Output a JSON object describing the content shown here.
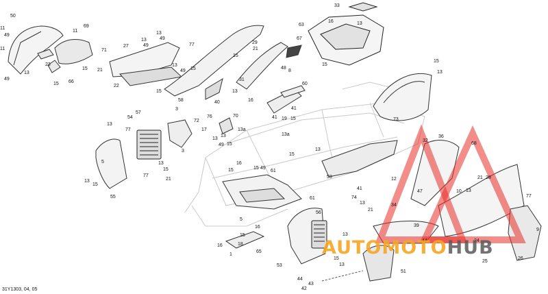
{
  "diagram": {
    "part_labels": [
      {
        "id": "p50",
        "text": "50"
      },
      {
        "id": "p11a",
        "text": "11"
      },
      {
        "id": "p49a",
        "text": "49"
      },
      {
        "id": "p11b",
        "text": "11"
      },
      {
        "id": "p13a",
        "text": "13"
      },
      {
        "id": "p23",
        "text": "23"
      },
      {
        "id": "p49b",
        "text": "49"
      },
      {
        "id": "p15a",
        "text": "15"
      },
      {
        "id": "p69",
        "text": "69"
      },
      {
        "id": "p11c",
        "text": "11"
      },
      {
        "id": "p71",
        "text": "71"
      },
      {
        "id": "p15b",
        "text": "15"
      },
      {
        "id": "p21a",
        "text": "21"
      },
      {
        "id": "p66",
        "text": "66"
      },
      {
        "id": "p27",
        "text": "27"
      },
      {
        "id": "p13b",
        "text": "13"
      },
      {
        "id": "p49c",
        "text": "49"
      },
      {
        "id": "p13c",
        "text": "13"
      },
      {
        "id": "p49d",
        "text": "49"
      },
      {
        "id": "p77a",
        "text": "77"
      },
      {
        "id": "p22",
        "text": "22"
      },
      {
        "id": "p13d",
        "text": "13"
      },
      {
        "id": "p49e",
        "text": "49"
      },
      {
        "id": "p15c",
        "text": "15"
      },
      {
        "id": "p15d",
        "text": "15"
      },
      {
        "id": "p58",
        "text": "58"
      },
      {
        "id": "p40",
        "text": "40"
      },
      {
        "id": "p29",
        "text": "29"
      },
      {
        "id": "p21b",
        "text": "21"
      },
      {
        "id": "p15e",
        "text": "15"
      },
      {
        "id": "p13e",
        "text": "13"
      },
      {
        "id": "p31",
        "text": "31"
      },
      {
        "id": "p48",
        "text": "48"
      },
      {
        "id": "p8",
        "text": "8"
      },
      {
        "id": "p63",
        "text": "63"
      },
      {
        "id": "p33",
        "text": "33"
      },
      {
        "id": "p16a",
        "text": "16"
      },
      {
        "id": "p13f",
        "text": "13"
      },
      {
        "id": "p67",
        "text": "67"
      },
      {
        "id": "p15f",
        "text": "15"
      },
      {
        "id": "p15g",
        "text": "15"
      },
      {
        "id": "p13g",
        "text": "13"
      },
      {
        "id": "p60",
        "text": "60"
      },
      {
        "id": "p16b",
        "text": "16"
      },
      {
        "id": "p41a",
        "text": "41"
      },
      {
        "id": "p41b",
        "text": "41"
      },
      {
        "id": "p19",
        "text": "19"
      },
      {
        "id": "p15h",
        "text": "15"
      },
      {
        "id": "p73",
        "text": "73"
      },
      {
        "id": "p13h",
        "text": "13"
      },
      {
        "id": "p77b",
        "text": "77"
      },
      {
        "id": "p57",
        "text": "57"
      },
      {
        "id": "p54",
        "text": "54"
      },
      {
        "id": "p3a",
        "text": "3"
      },
      {
        "id": "p72",
        "text": "72"
      },
      {
        "id": "p17",
        "text": "17"
      },
      {
        "id": "p76",
        "text": "76"
      },
      {
        "id": "p70",
        "text": "70"
      },
      {
        "id": "p13i",
        "text": "13"
      },
      {
        "id": "p13j",
        "text": "13"
      },
      {
        "id": "p49f",
        "text": "49"
      },
      {
        "id": "p15i",
        "text": "15"
      },
      {
        "id": "p13a2",
        "text": "13a"
      },
      {
        "id": "p13a3",
        "text": "13a"
      },
      {
        "id": "p5a",
        "text": "5"
      },
      {
        "id": "p3b",
        "text": "3"
      },
      {
        "id": "p77c",
        "text": "77"
      },
      {
        "id": "p13k",
        "text": "13"
      },
      {
        "id": "p15j",
        "text": "15"
      },
      {
        "id": "p13l",
        "text": "13"
      },
      {
        "id": "p15k",
        "text": "15"
      },
      {
        "id": "p21c",
        "text": "21"
      },
      {
        "id": "p55",
        "text": "55"
      },
      {
        "id": "p15l",
        "text": "15"
      },
      {
        "id": "p16c",
        "text": "16"
      },
      {
        "id": "p15m",
        "text": "15"
      },
      {
        "id": "p49g",
        "text": "49"
      },
      {
        "id": "p61a",
        "text": "61"
      },
      {
        "id": "p15n",
        "text": "15"
      },
      {
        "id": "p13m",
        "text": "13"
      },
      {
        "id": "p59",
        "text": "59"
      },
      {
        "id": "p41c",
        "text": "41"
      },
      {
        "id": "p32",
        "text": "32"
      },
      {
        "id": "p36",
        "text": "36"
      },
      {
        "id": "p68",
        "text": "68"
      },
      {
        "id": "p21d",
        "text": "21"
      },
      {
        "id": "p28",
        "text": "28"
      },
      {
        "id": "p12",
        "text": "12"
      },
      {
        "id": "p47",
        "text": "47"
      },
      {
        "id": "p10",
        "text": "10"
      },
      {
        "id": "p13n",
        "text": "13"
      },
      {
        "id": "p34",
        "text": "34"
      },
      {
        "id": "p77d",
        "text": "77"
      },
      {
        "id": "p5b",
        "text": "5"
      },
      {
        "id": "p61b",
        "text": "61"
      },
      {
        "id": "p16d",
        "text": "16"
      },
      {
        "id": "p15o",
        "text": "15"
      },
      {
        "id": "p74",
        "text": "74"
      },
      {
        "id": "p13o",
        "text": "13"
      },
      {
        "id": "p56",
        "text": "56"
      },
      {
        "id": "p21e",
        "text": "21"
      },
      {
        "id": "p39",
        "text": "39"
      },
      {
        "id": "p24",
        "text": "24"
      },
      {
        "id": "p16e",
        "text": "16"
      },
      {
        "id": "p65",
        "text": "65"
      },
      {
        "id": "p1",
        "text": "1"
      },
      {
        "id": "p18",
        "text": "18"
      },
      {
        "id": "p53",
        "text": "53"
      },
      {
        "id": "p44a",
        "text": "44"
      },
      {
        "id": "p42",
        "text": "42"
      },
      {
        "id": "p51",
        "text": "51"
      },
      {
        "id": "p44b",
        "text": "44"
      },
      {
        "id": "p43",
        "text": "43"
      },
      {
        "id": "p25",
        "text": "25"
      },
      {
        "id": "p26",
        "text": "26"
      },
      {
        "id": "p9",
        "text": "9"
      },
      {
        "id": "p13p",
        "text": "13"
      },
      {
        "id": "p15p",
        "text": "15"
      },
      {
        "id": "p13q",
        "text": "13"
      }
    ],
    "code": "31Y1303, 04, 05",
    "watermark": {
      "part1": "AUTOMOTO",
      "part2": "HUB",
      "color1": "#f6a623",
      "color2": "#5a5a5a",
      "triangle_color": "#e8302a"
    }
  }
}
